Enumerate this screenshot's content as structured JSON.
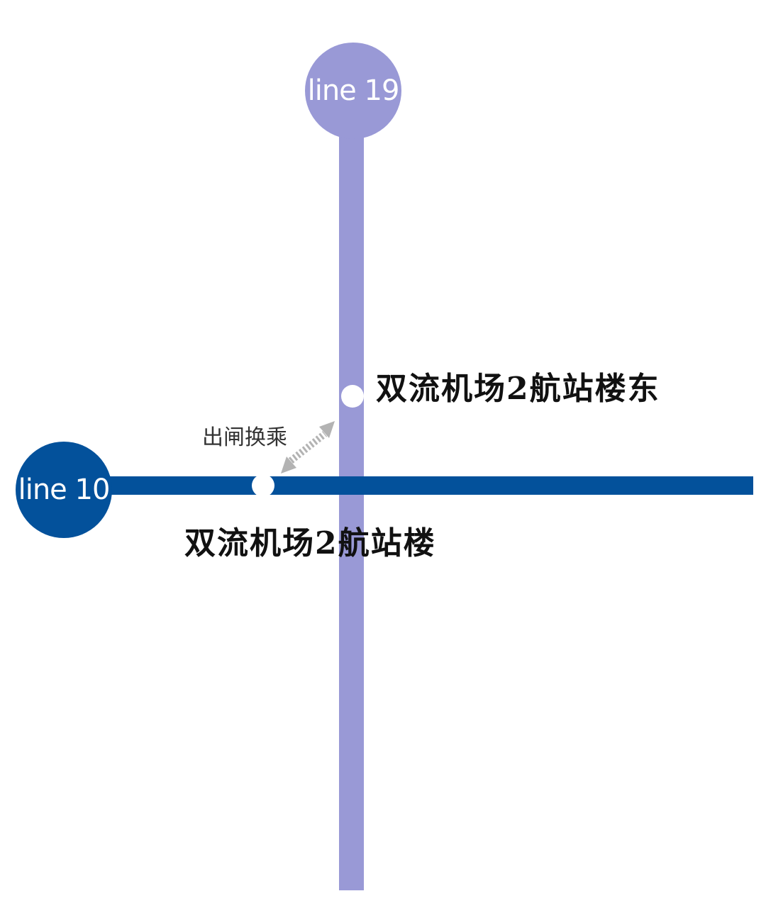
{
  "map": {
    "lines": [
      {
        "label": "line 19",
        "color": "#9999d6"
      },
      {
        "label": "line 10",
        "color": "#03519b"
      }
    ],
    "stations": [
      {
        "name": "双流机场2航站楼东",
        "line": "line 19"
      },
      {
        "name": "双流机场2航站楼",
        "line": "line 10"
      }
    ],
    "transfer": {
      "label": "出闸换乘",
      "arrow_color": "#b3b3b3",
      "icon": "double-headed-dashed-arrow"
    }
  }
}
